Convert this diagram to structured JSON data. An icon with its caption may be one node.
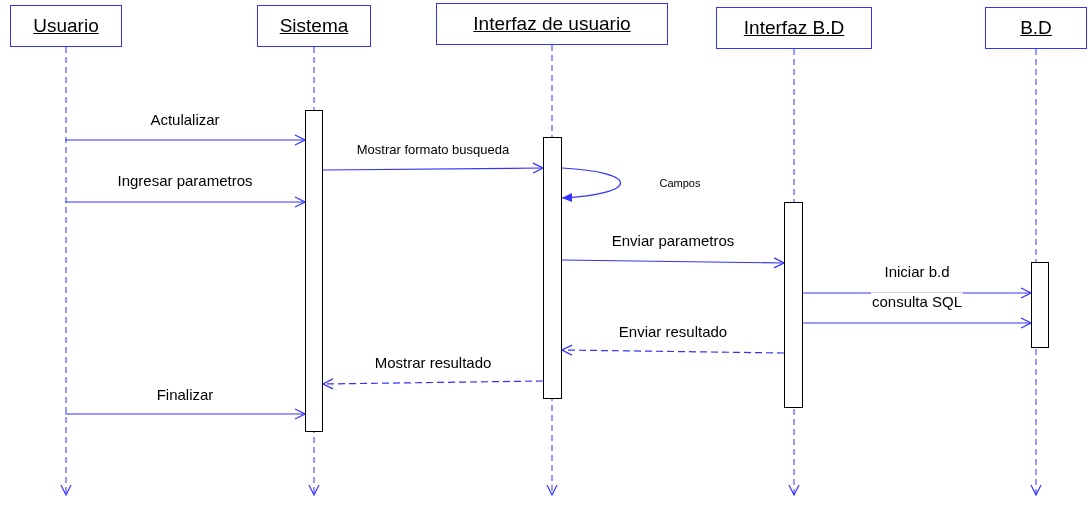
{
  "diagram": {
    "nodes": [
      {
        "text": [
          "Usuario"
        ]
      },
      {
        "text": [
          "Sistema"
        ]
      },
      {
        "text": [
          "Interfaz de usuario"
        ]
      },
      {
        "text": [
          "Interfaz B.D"
        ]
      },
      {
        "text": [
          "B.D"
        ]
      },
      {
        "text": [],
        "shape": "bar"
      },
      {
        "text": [],
        "shape": "bar"
      },
      {
        "text": [],
        "shape": "bar"
      },
      {
        "text": [],
        "shape": "bar"
      }
    ],
    "edges": [
      {
        "from": null,
        "to": 5,
        "arrow": "to",
        "label": "Actulalizar"
      },
      {
        "from": 5,
        "to": 6,
        "arrow": "to",
        "label": "Mostrar formato busqueda"
      },
      {
        "from": 6,
        "to": 6,
        "arrow": "to",
        "label": "Campos"
      },
      {
        "from": null,
        "to": 5,
        "arrow": "to",
        "label": "Ingresar parametros"
      },
      {
        "from": 6,
        "to": 7,
        "arrow": "to",
        "label": "Enviar parametros"
      },
      {
        "from": 7,
        "to": 8,
        "arrow": "to",
        "label": "Iniciar b.d"
      },
      {
        "from": 7,
        "to": 8,
        "arrow": "to",
        "label": "consulta SQL"
      },
      {
        "from": 7,
        "to": 6,
        "arrow": "to",
        "label": "Enviar resultado",
        "style": "dashed"
      },
      {
        "from": 6,
        "to": 5,
        "arrow": "to",
        "label": "Mostrar resultado",
        "style": "dashed"
      },
      {
        "from": null,
        "to": 5,
        "arrow": "to",
        "label": "Finalizar"
      },
      {
        "from": 0,
        "to": null,
        "arrow": "to",
        "style": "dashed"
      },
      {
        "from": 1,
        "to": null,
        "arrow": "to",
        "style": "dashed"
      },
      {
        "from": 2,
        "to": null,
        "arrow": "to",
        "style": "dashed"
      },
      {
        "from": 3,
        "to": null,
        "arrow": "to",
        "style": "dashed"
      },
      {
        "from": 4,
        "to": null,
        "arrow": "to",
        "style": "dashed"
      }
    ]
  }
}
